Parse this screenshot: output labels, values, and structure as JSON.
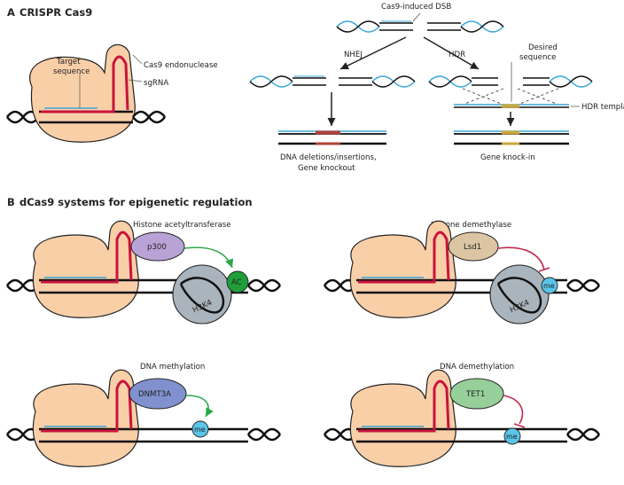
{
  "panel_a": {
    "letter": "A",
    "title": "CRISPR Cas9",
    "labels": {
      "target_line1": "Target",
      "target_line2": "sequence",
      "cas9": "Cas9 endonuclease",
      "sgrna": "sgRNA",
      "dsb": "Cas9-induced DSB",
      "nhej": "NHEJ",
      "hdr": "HDR",
      "desired_line1": "Desired",
      "desired_line2": "sequence",
      "hdr_template": "HDR template",
      "outcome_nhej_line1": "DNA deletions/insertions,",
      "outcome_nhej_line2": "Gene knockout",
      "outcome_hdr": "Gene knock-in"
    }
  },
  "panel_b": {
    "letter": "B",
    "title": "dCas9 systems for epigenetic regulation",
    "systems": [
      {
        "title": "Histone acetyltransferase",
        "effector": "p300",
        "mark": "AC",
        "histone": "H3K4",
        "effector_color": "#b9a3d6",
        "mark_color": "#1f9e3a",
        "arrow_color": "#2aa84a"
      },
      {
        "title": "Histone demethylase",
        "effector": "Lsd1",
        "mark": "me",
        "histone": "H3K4",
        "effector_color": "#dcc5a3",
        "mark_color": "#5bc4e8",
        "arrow_color": "#c0294b"
      },
      {
        "title": "DNA methylation",
        "effector": "DNMT3A",
        "mark": "me",
        "effector_color": "#8191cf",
        "mark_color": "#5bc4e8",
        "arrow_color": "#2aa84a"
      },
      {
        "title": "DNA demethylation",
        "effector": "TET1",
        "mark": "me",
        "effector_color": "#96cf9a",
        "mark_color": "#5bc4e8",
        "arrow_color": "#c0294b"
      }
    ]
  },
  "colors": {
    "cas9_fill": "#f9cfa8",
    "sgrna": "#c8143c",
    "dna": "#111111",
    "strand_blue": "#3aa7d6",
    "histone_fill": "#a9b4bd",
    "edit_red": "#b0403a",
    "edit_yellow": "#c9a73a"
  }
}
